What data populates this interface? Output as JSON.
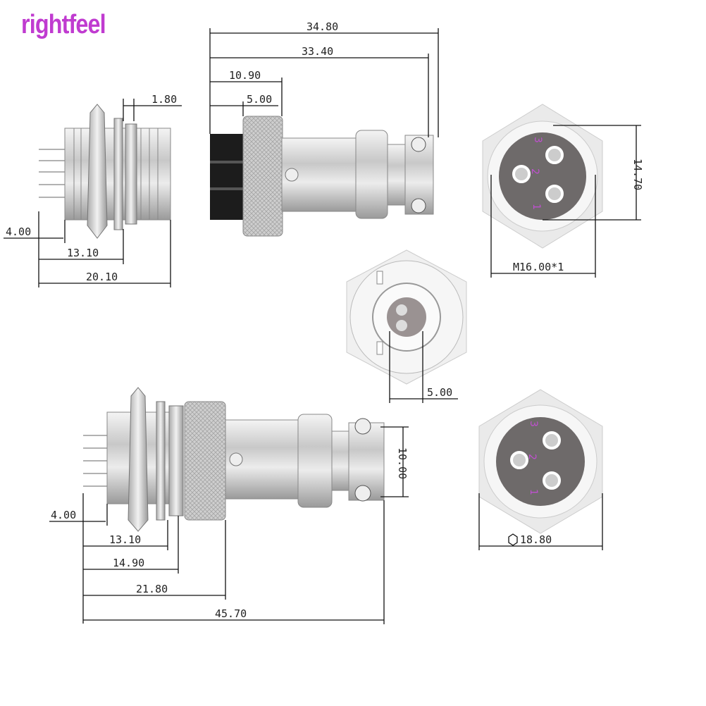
{
  "brand": "rightfeel",
  "colors": {
    "brand": "#c03bd0",
    "metal": "#d4d4d4",
    "face": "#6e6a6a",
    "pin_label": "#c050d0"
  },
  "side_view_panel": {
    "dims": {
      "flange": "1.80",
      "pin": "4.00",
      "body": "13.10",
      "total": "20.10"
    }
  },
  "plug_view": {
    "dims": {
      "overall": "34.80",
      "body": "33.40",
      "knurl": "10.90",
      "cap": "5.00"
    }
  },
  "socket_face_top": {
    "dims": {
      "height": "14.70",
      "thread": "M16.00*1"
    },
    "pins": [
      "3",
      "2",
      "1"
    ]
  },
  "front_view": {
    "dims": {
      "key": "5.00"
    }
  },
  "assembled_view": {
    "dims": {
      "cable": "10.00",
      "pin": "4.00",
      "a": "13.10",
      "b": "14.90",
      "c": "21.80",
      "total": "45.70"
    }
  },
  "socket_face_bottom": {
    "dims": {
      "hex": "18.80"
    },
    "pins": [
      "3",
      "2",
      "1"
    ]
  }
}
